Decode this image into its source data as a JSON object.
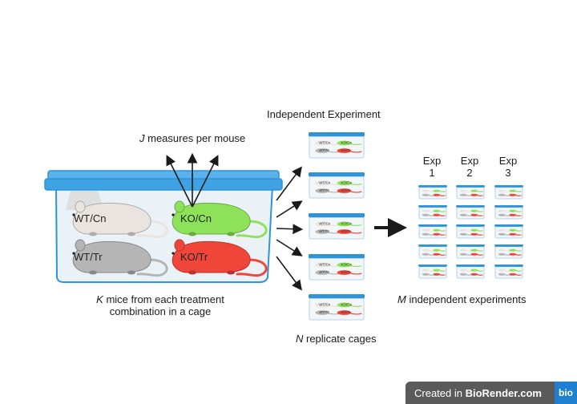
{
  "labels": {
    "measures": {
      "var": "J",
      "text": " measures per mouse"
    },
    "mice_line1": {
      "var": "K",
      "text": " mice from each treatment"
    },
    "mice_line2": "combination in a cage",
    "independent_experiment": "Independent Experiment",
    "replicate": {
      "var": "N",
      "text": " replicate cages"
    },
    "m_experiments": {
      "var": "M",
      "text": " independent experiments"
    }
  },
  "mice": [
    {
      "label": "WT/Cn",
      "color": "#e9e4e0"
    },
    {
      "label": "KO/Cn",
      "color": "#8ee25a"
    },
    {
      "label": "WT/Tr",
      "color": "#b5b5b5"
    },
    {
      "label": "KO/Tr",
      "color": "#f0463a"
    }
  ],
  "experiments": [
    {
      "line1": "Exp",
      "line2": "1"
    },
    {
      "line1": "Exp",
      "line2": "2"
    },
    {
      "line1": "Exp",
      "line2": "3"
    }
  ],
  "mini_cage_labels": [
    "WT/Cn",
    "KO/Cn",
    "WT/Tr",
    "KO/Tr"
  ],
  "colors": {
    "cage_blue": "#2f93d6",
    "cage_lid": "#3fa3e3",
    "arrow": "#1a1a1a"
  },
  "credit": {
    "prefix": "Created in ",
    "brand": "BioRender.com",
    "badge": "bio"
  }
}
